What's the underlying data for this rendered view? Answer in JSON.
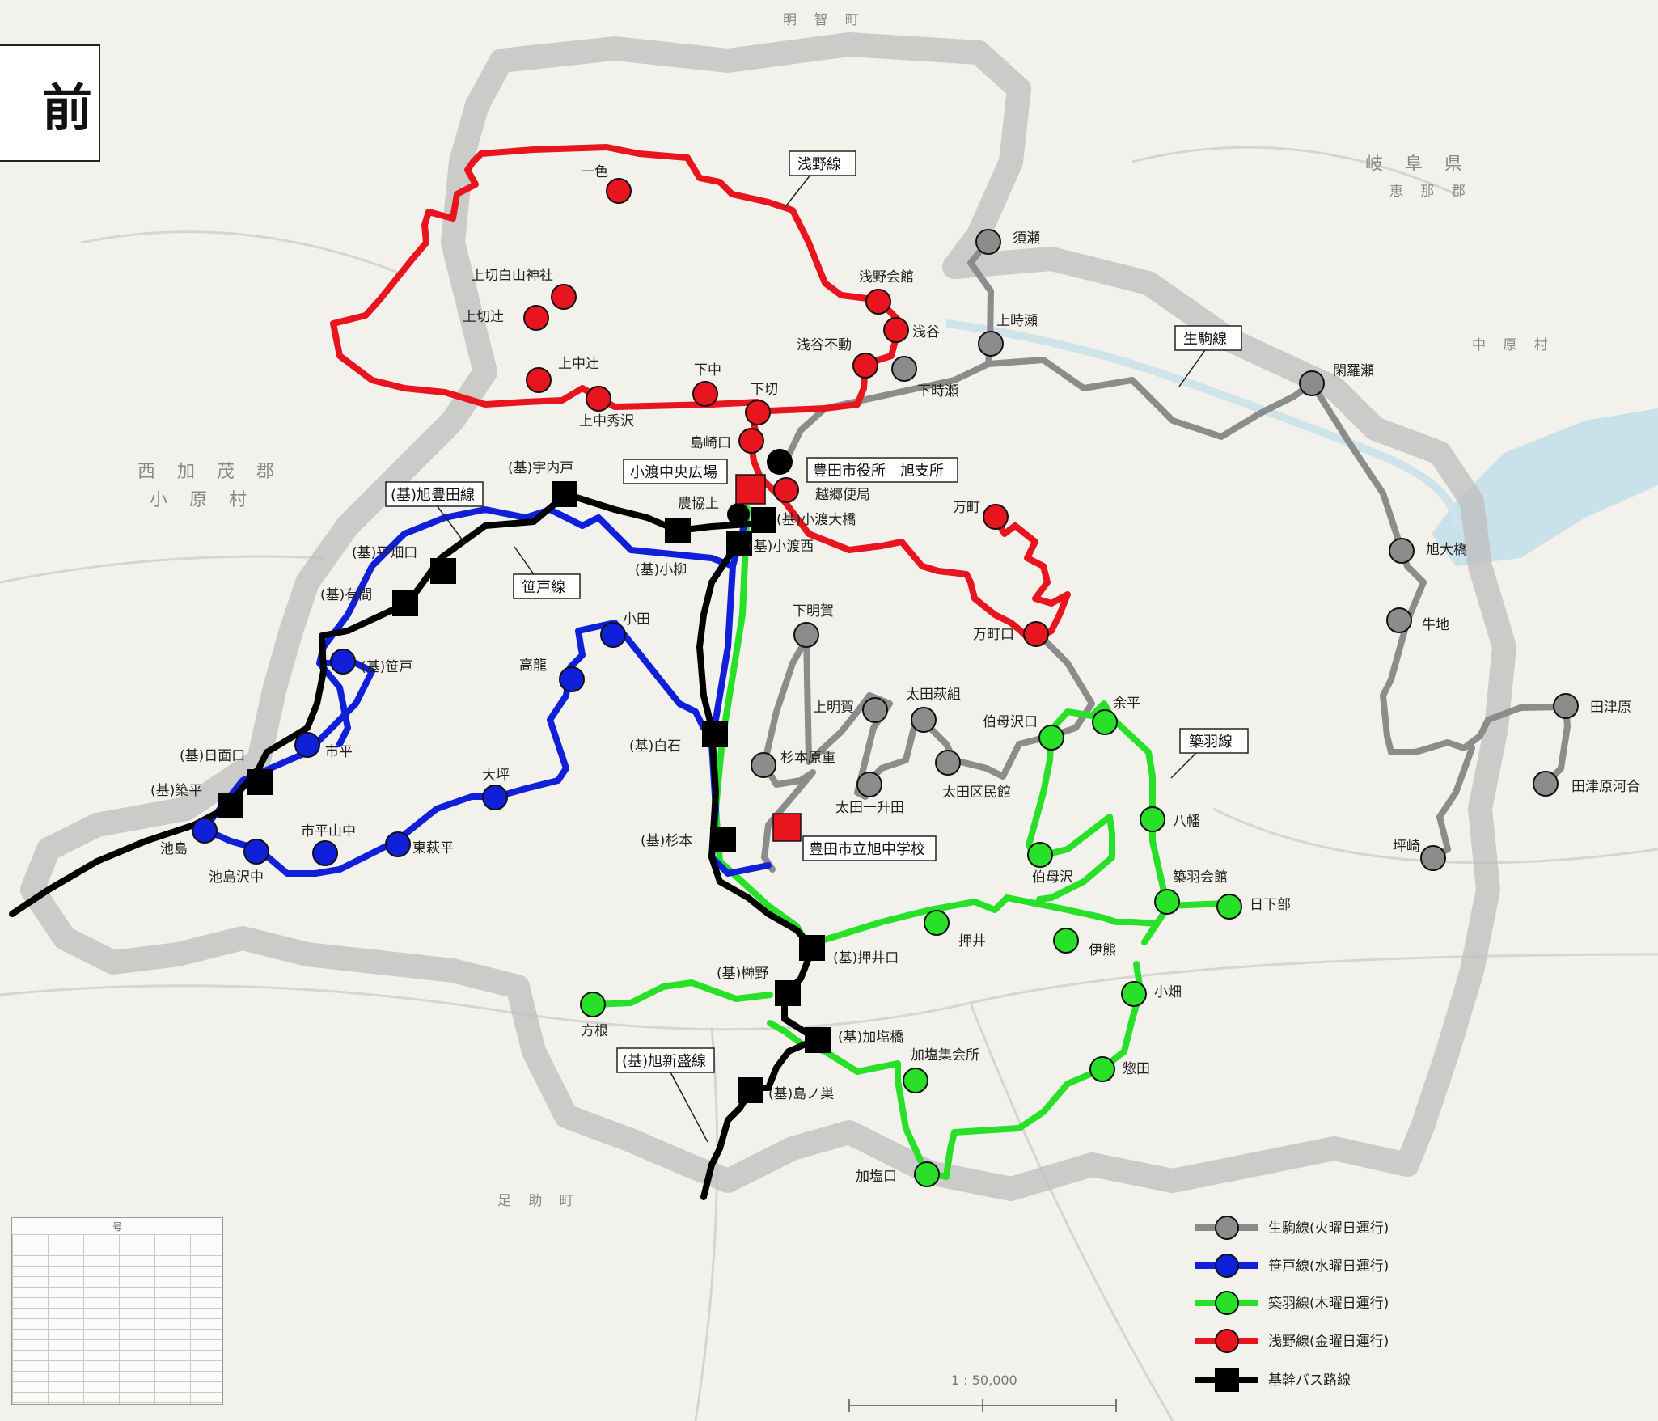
{
  "title_fragment": "前",
  "regions": {
    "meichi": "明 智 町",
    "gifu": "岐 阜 県",
    "ena": "恵 那 郡",
    "nakahara": "中 原 村",
    "nishikamo": "西 加 茂 郡",
    "obara": "小 原 村",
    "asuke": "足 助 町"
  },
  "scale_text": "1 : 50,000",
  "index_table_header": "号",
  "routes": {
    "asano": {
      "name": "浅野線",
      "color": "#e8141e",
      "stops": [
        "一色",
        "上切白山神社",
        "上切辻",
        "上中辻",
        "上中秀沢",
        "下中",
        "下切",
        "島崎口",
        "浅野会館",
        "浅谷",
        "浅谷不動",
        "越郷便局",
        "万町",
        "万町口"
      ]
    },
    "ikoma": {
      "name": "生駒線",
      "color": "#8c8c8c",
      "stops": [
        "須瀬",
        "上時瀬",
        "下時瀬",
        "閑羅瀬",
        "旭大橋",
        "牛地",
        "田津原",
        "田津原河合",
        "坪崎",
        "下明賀",
        "上明賀",
        "太田萩組",
        "太田一升田",
        "杉本原重",
        "伯母沢口",
        "太田区民館",
        "余平"
      ]
    },
    "sasado": {
      "name": "笹戸線",
      "color": "#1020d8",
      "stops": [
        "(基)笹戸",
        "市平",
        "池島",
        "池島沢中",
        "市平山中",
        "東萩平",
        "大坪",
        "高龍",
        "小田"
      ]
    },
    "tsukibane": {
      "name": "築羽線",
      "color": "#28e028",
      "stops": [
        "八幡",
        "伯母沢",
        "築羽会館",
        "日下部",
        "押井",
        "伊熊",
        "小畑",
        "惣田",
        "加塩集会所",
        "加塩口",
        "方根"
      ]
    },
    "trunk": {
      "name": "(基)旭豊田線",
      "name2": "(基)旭新盛線",
      "color": "#000000",
      "stops": [
        "(基)宇内戸",
        "(基)平畑口",
        "(基)有間",
        "(基)日面口",
        "(基)築平",
        "(基)小柳",
        "(基)小渡西",
        "(基)小渡大橋",
        "農協上",
        "(基)白石",
        "(基)杉本",
        "(基)押井口",
        "(基)榊野",
        "(基)加塩橋",
        "(基)島ノ巣"
      ]
    }
  },
  "landmarks": {
    "plaza": "小渡中央広場",
    "city_office": "豊田市役所　旭支所",
    "school": "豊田市立旭中学校"
  },
  "legend": [
    {
      "label": "生駒線(火曜日運行)",
      "color": "#8c8c8c",
      "marker": "circle"
    },
    {
      "label": "笹戸線(水曜日運行)",
      "color": "#1020d8",
      "marker": "circle"
    },
    {
      "label": "築羽線(木曜日運行)",
      "color": "#28e028",
      "marker": "circle"
    },
    {
      "label": "浅野線(金曜日運行)",
      "color": "#e8141e",
      "marker": "circle"
    },
    {
      "label": "基幹バス路線",
      "color": "#000000",
      "marker": "square"
    }
  ]
}
